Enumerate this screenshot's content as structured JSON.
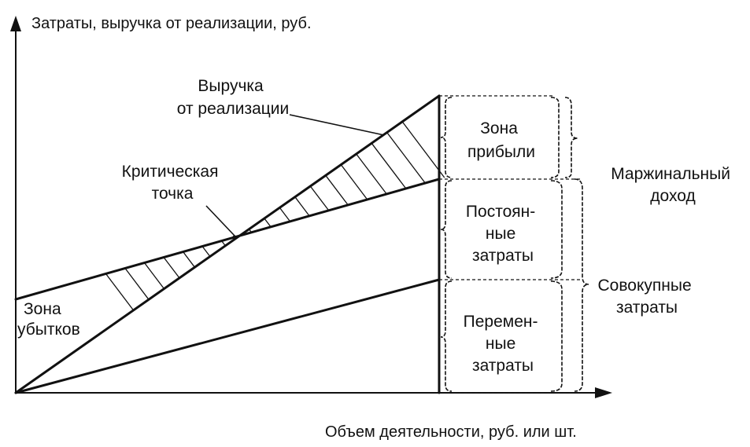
{
  "axes": {
    "y_title": "Затраты, выручка от реализации,  руб.",
    "x_title": "Объем деятельности, руб. или шт."
  },
  "labels": {
    "revenue": [
      "Выручка",
      "от реализации"
    ],
    "breakeven": [
      "Критическая",
      "точка"
    ],
    "loss_zone": [
      "Зона",
      "убытков"
    ],
    "profit_zone": [
      "Зона",
      "прибыли"
    ],
    "fixed_costs": [
      "Постоян-",
      "ные",
      "затраты"
    ],
    "variable_costs": [
      "Перемен-",
      "ные",
      "затраты"
    ],
    "marginal_income": [
      "Маржинальный",
      "доход"
    ],
    "total_costs": [
      "Совокупные",
      "затраты"
    ]
  }
}
